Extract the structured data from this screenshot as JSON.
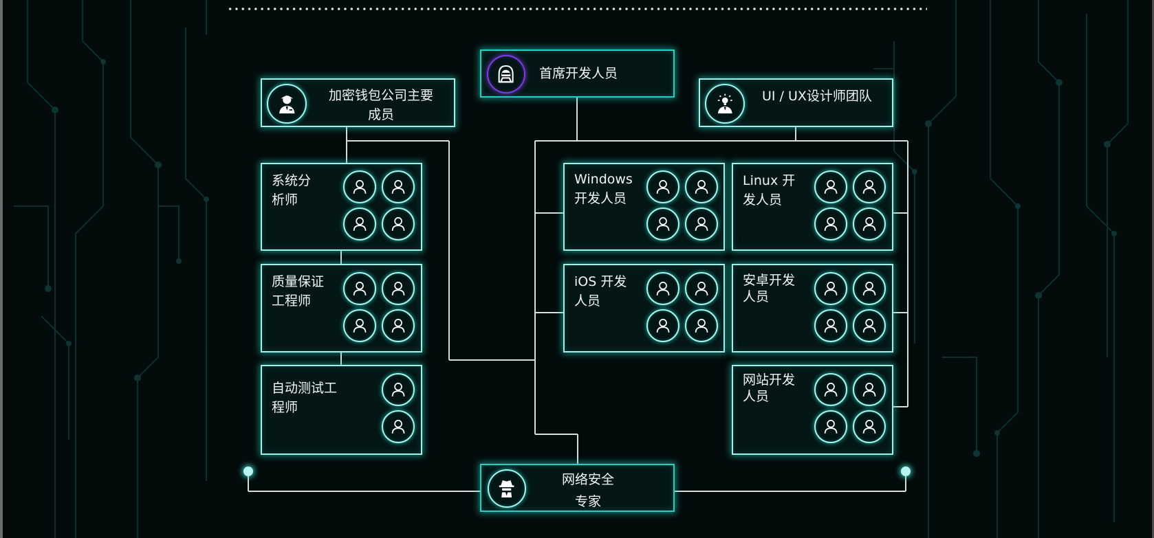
{
  "top_nodes": {
    "crypto": {
      "line1": "加密钱包公司主要",
      "line2": "成员",
      "icon": "user-suit-icon"
    },
    "chief": {
      "label": "首席开发人员",
      "icon": "hooded-hacker-icon"
    },
    "design": {
      "label": "UI / UX设计师团队",
      "icon": "lightbulb-person-icon"
    }
  },
  "teams": {
    "analysts": {
      "line1": "系统分",
      "line2": "析师",
      "members": 4
    },
    "qa": {
      "line1": "质量保证",
      "line2": "工程师",
      "members": 4
    },
    "autotest": {
      "line1": "自动测试工",
      "line2": "程师",
      "members": 2
    },
    "windows": {
      "line1": "Windows",
      "line2": "开发人员",
      "members": 4
    },
    "ios": {
      "line1": "iOS 开发",
      "line2": "人员",
      "members": 4
    },
    "linux": {
      "line1": "Linux 开",
      "line2": "发人员",
      "members": 4
    },
    "android": {
      "line1": "安卓开发",
      "line2": "人员",
      "members": 4
    },
    "web": {
      "line1": "网站开发",
      "line2": "人员",
      "members": 4
    }
  },
  "bottom_node": {
    "line1": "网络安全",
    "line2": "专家",
    "icon": "spy-icon"
  },
  "member_icon": "user-outline-icon",
  "colors": {
    "background": "#030b0b",
    "glow": "#26d4c4",
    "border": "#9ff2ea",
    "connector": "#d8dede",
    "chief_ring": "#7a3ce0"
  }
}
